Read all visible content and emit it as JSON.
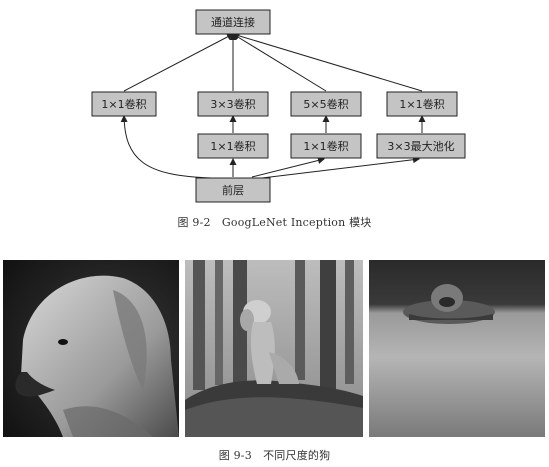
{
  "diagram": {
    "nodes": {
      "concat": "通道连接",
      "conv1": "1×1卷积",
      "conv3": "3×3卷积",
      "conv5": "5×5卷积",
      "conv1b": "1×1卷积",
      "reduce3": "1×1卷积",
      "reduce5": "1×1卷积",
      "pool": "3×3最大池化",
      "prev": "前层"
    }
  },
  "figure_9_2_caption": "图 9-2　GoogLeNet Inception 模块",
  "figure_9_3_caption": "图 9-3　不同尺度的狗",
  "photos": [
    "dog-closeup-photo",
    "dog-forest-photo",
    "dog-floor-photo"
  ]
}
